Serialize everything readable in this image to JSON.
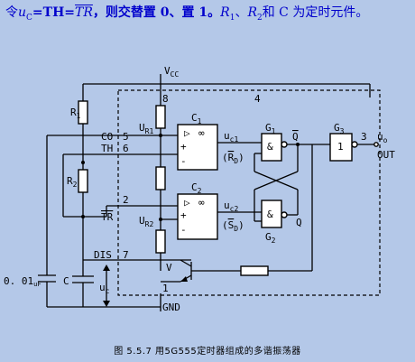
{
  "header": {
    "prefix": "令",
    "uc": "u",
    "uc_sub": "C",
    "eq": "=TH=",
    "tr_bar": "TR",
    "rest": "，则交替置 0、置 1。",
    "r1": "R",
    "r1_sub": "1",
    "sep": "、",
    "r2": "R",
    "r2_sub": "2",
    "tail": "和 C 为定时元件。"
  },
  "circuit": {
    "vcc": "V",
    "vcc_sub": "CC",
    "pins": {
      "p8": "8",
      "p4": "4",
      "p5": "5",
      "p6": "6",
      "p2": "2",
      "p7": "7",
      "p1": "1",
      "p3": "3"
    },
    "r1": "R",
    "r1_sub": "1",
    "r2": "R",
    "r2_sub": "2",
    "co": "CO",
    "th": "TH",
    "tr": "TR",
    "dis": "DIS",
    "gnd": "GND",
    "ur1": "U",
    "ur1_sub": "R1",
    "ur2": "U",
    "ur2_sub": "R2",
    "c1": "C",
    "c1_sub": "1",
    "c2": "C",
    "c2_sub": "2",
    "tri_sym": "▷",
    "inf": "∞",
    "plus": "+",
    "minus": "-",
    "uc1": "u",
    "uc1_sub": "c1",
    "rd": "R",
    "rd_sub": "D",
    "uc2": "u",
    "uc2_sub": "c2",
    "sd": "S",
    "sd_sub": "D",
    "g1": "G",
    "g1_sub": "1",
    "g2": "G",
    "g2_sub": "2",
    "g3": "G",
    "g3_sub": "3",
    "and_sym": "&",
    "one_sym": "1",
    "q": "Q",
    "qbar": "Q",
    "uo": "u",
    "uo_sub": "o",
    "out": "OUT",
    "v": "V",
    "cap_small": "0. 01",
    "cap_small_unit": "uF",
    "c": "C",
    "uc_v": "u",
    "uc_v_sub": "c"
  },
  "caption": "图  5.5.7    用5G555定时器组成的多谐振荡器"
}
